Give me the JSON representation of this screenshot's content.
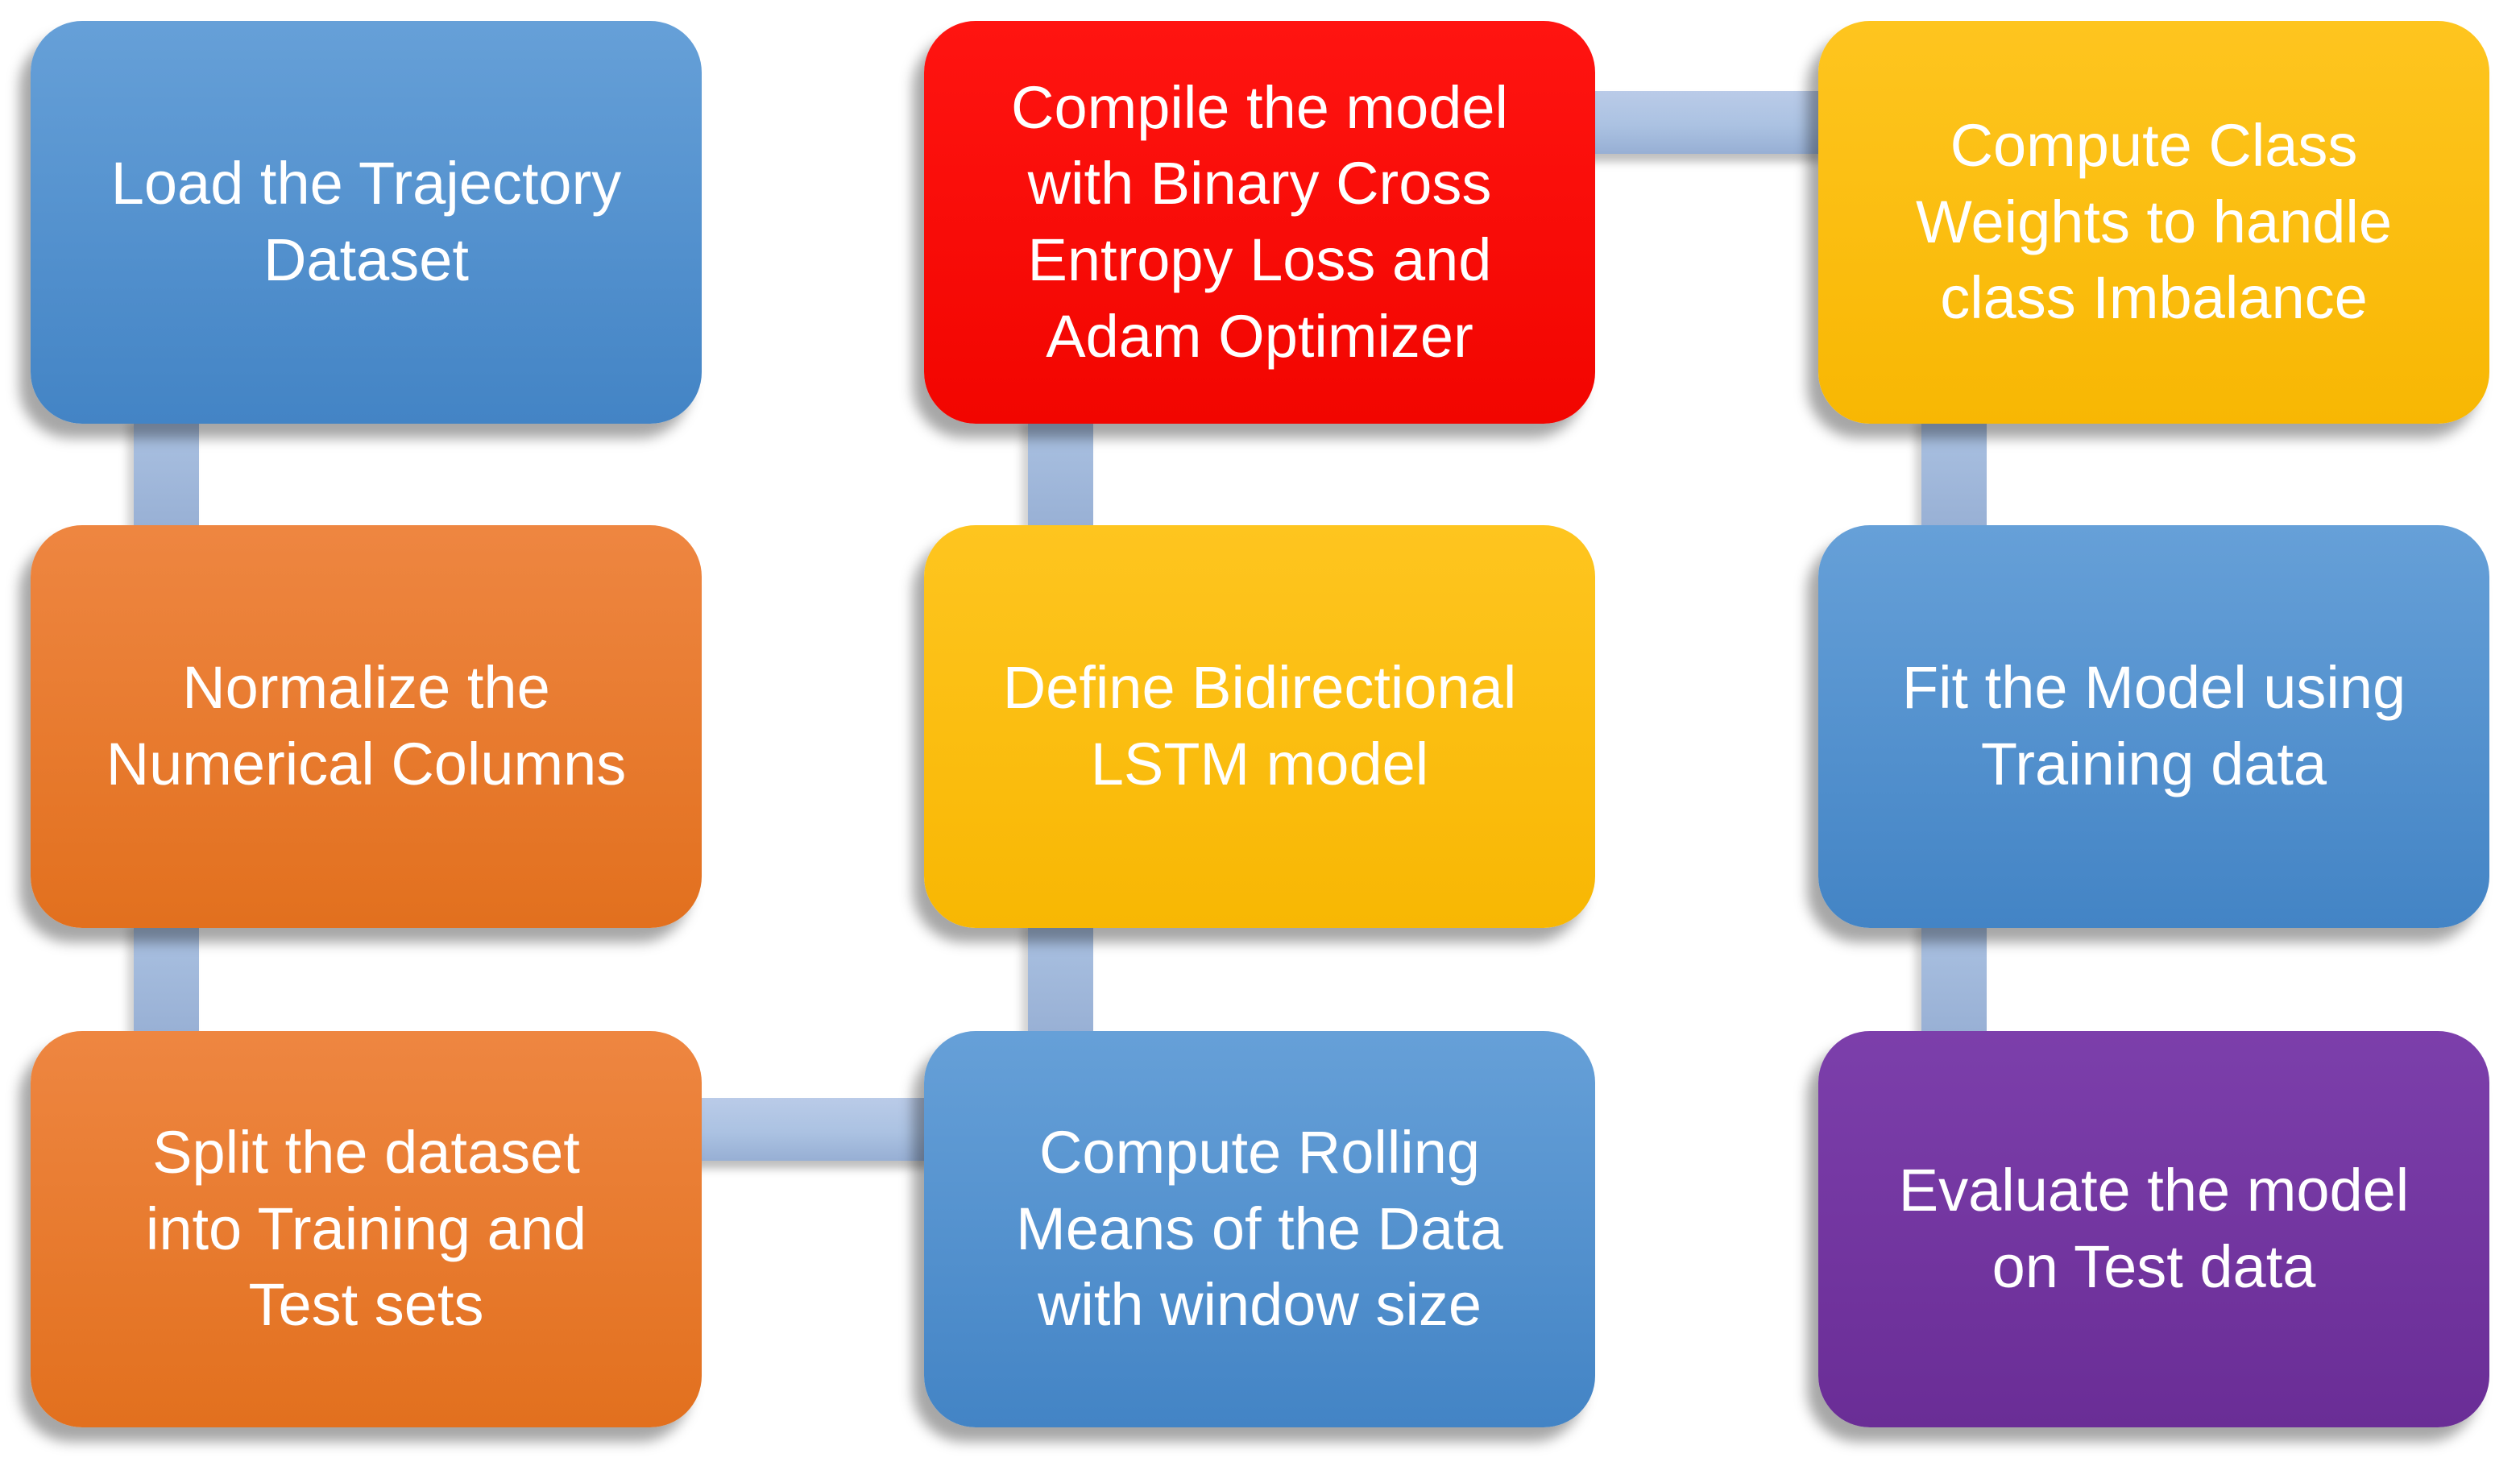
{
  "diagram": {
    "type": "process-flowchart",
    "background": "#ffffff",
    "connector": {
      "light": "#bacbe8",
      "mid": "#abc2e2",
      "dark": "#97afd4"
    },
    "shadow_color": "rgba(0,0,0,0.35)",
    "text_color": "#ffffff",
    "nodes": [
      {
        "id": "load-dataset",
        "label": "Load the Trajectory\nDataset",
        "fill_top": "#66a0d8",
        "fill_bottom": "#4384c5",
        "color_name": "blue"
      },
      {
        "id": "normalize-columns",
        "label": "Normalize the\nNumerical Columns",
        "fill_top": "#ee8641",
        "fill_bottom": "#e2701e",
        "color_name": "orange"
      },
      {
        "id": "split-dataset",
        "label": "Split the dataset\ninto Training and\nTest sets",
        "fill_top": "#ee8641",
        "fill_bottom": "#e2701e",
        "color_name": "orange"
      },
      {
        "id": "rolling-means",
        "label": "Compute Rolling\nMeans of the Data\nwith window size",
        "fill_top": "#66a0d8",
        "fill_bottom": "#4384c5",
        "color_name": "blue"
      },
      {
        "id": "define-lstm",
        "label": "Define Bidirectional\nLSTM model",
        "fill_top": "#fec51f",
        "fill_bottom": "#f8b703",
        "color_name": "yellow"
      },
      {
        "id": "compile-model",
        "label": "Compile the model\nwith Binary Cross\nEntropy Loss and\nAdam Optimizer",
        "fill_top": "#ff1411",
        "fill_bottom": "#f20500",
        "color_name": "red"
      },
      {
        "id": "class-weights",
        "label": "Compute Class\nWeights to handle\nclass Imbalance",
        "fill_top": "#fec51f",
        "fill_bottom": "#f8b703",
        "color_name": "yellow"
      },
      {
        "id": "fit-model",
        "label": "Fit the Model using\nTraining data",
        "fill_top": "#66a0d8",
        "fill_bottom": "#4384c5",
        "color_name": "blue"
      },
      {
        "id": "evaluate-model",
        "label": "Evaluate the model\non Test data",
        "fill_top": "#7c3fab",
        "fill_bottom": "#6a2d96",
        "color_name": "purple"
      }
    ],
    "edges": [
      {
        "from": "load-dataset",
        "to": "normalize-columns"
      },
      {
        "from": "normalize-columns",
        "to": "split-dataset"
      },
      {
        "from": "split-dataset",
        "to": "rolling-means"
      },
      {
        "from": "rolling-means",
        "to": "define-lstm"
      },
      {
        "from": "define-lstm",
        "to": "compile-model"
      },
      {
        "from": "compile-model",
        "to": "class-weights"
      },
      {
        "from": "class-weights",
        "to": "fit-model"
      },
      {
        "from": "fit-model",
        "to": "evaluate-model"
      }
    ]
  }
}
